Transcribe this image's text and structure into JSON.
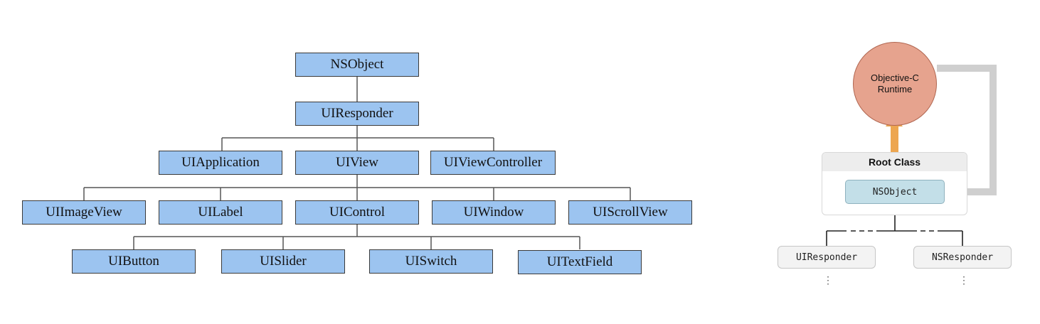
{
  "hierarchy": {
    "root": "NSObject",
    "responder": "UIResponder",
    "level2": [
      "UIApplication",
      "UIView",
      "UIViewController"
    ],
    "level3": [
      "UIImageView",
      "UILabel",
      "UIControl",
      "UIWindow",
      "UIScrollView"
    ],
    "level4": [
      "UIButton",
      "UISlider",
      "UISwitch",
      "UITextField"
    ]
  },
  "runtime": {
    "circle_line1": "Objective-C",
    "circle_line2": "Runtime",
    "panel_title": "Root Class",
    "root_class": "NSObject",
    "left_child": "UIResponder",
    "right_child": "NSResponder",
    "ellipsis": "⋮"
  },
  "colors": {
    "box_fill": "#9cc4f0",
    "circle_fill": "#e6a38e",
    "arrow_up": "#eda650",
    "arrow_gray": "#cfcfcf",
    "nsobject_pill": "#c3dfe8"
  }
}
